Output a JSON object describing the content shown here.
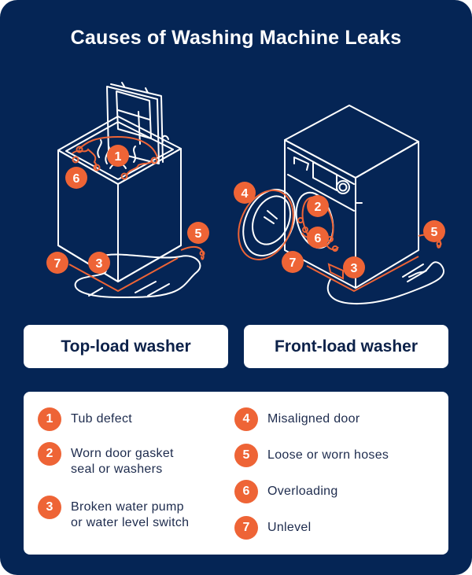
{
  "title": "Causes of Washing Machine Leaks",
  "colors": {
    "background": "#052555",
    "accent": "#ee6436",
    "panel": "#ffffff",
    "heading_text": "#0c2149",
    "body_text": "#1d2b4d",
    "line_art": "#ffffff"
  },
  "illustrations": {
    "top_load": {
      "label": "Top-load washer",
      "markers": [
        "1",
        "6",
        "5",
        "7",
        "3"
      ]
    },
    "front_load": {
      "label": "Front-load washer",
      "markers": [
        "4",
        "2",
        "6",
        "5",
        "7",
        "3"
      ]
    }
  },
  "markers": {
    "m1": "1",
    "m2": "2",
    "m3": "3",
    "m4": "4",
    "m5": "5",
    "m6": "6",
    "m7": "7"
  },
  "legend": {
    "items": [
      {
        "number": "1",
        "lines": [
          "Tub defect"
        ]
      },
      {
        "number": "2",
        "lines": [
          "Worn door gasket",
          "seal or washers"
        ]
      },
      {
        "number": "3",
        "lines": [
          "Broken water pump",
          "or water level switch"
        ]
      },
      {
        "number": "4",
        "lines": [
          "Misaligned door"
        ]
      },
      {
        "number": "5",
        "lines": [
          "Loose or worn hoses"
        ]
      },
      {
        "number": "6",
        "lines": [
          "Overloading"
        ]
      },
      {
        "number": "7",
        "lines": [
          "Unlevel"
        ]
      }
    ]
  }
}
